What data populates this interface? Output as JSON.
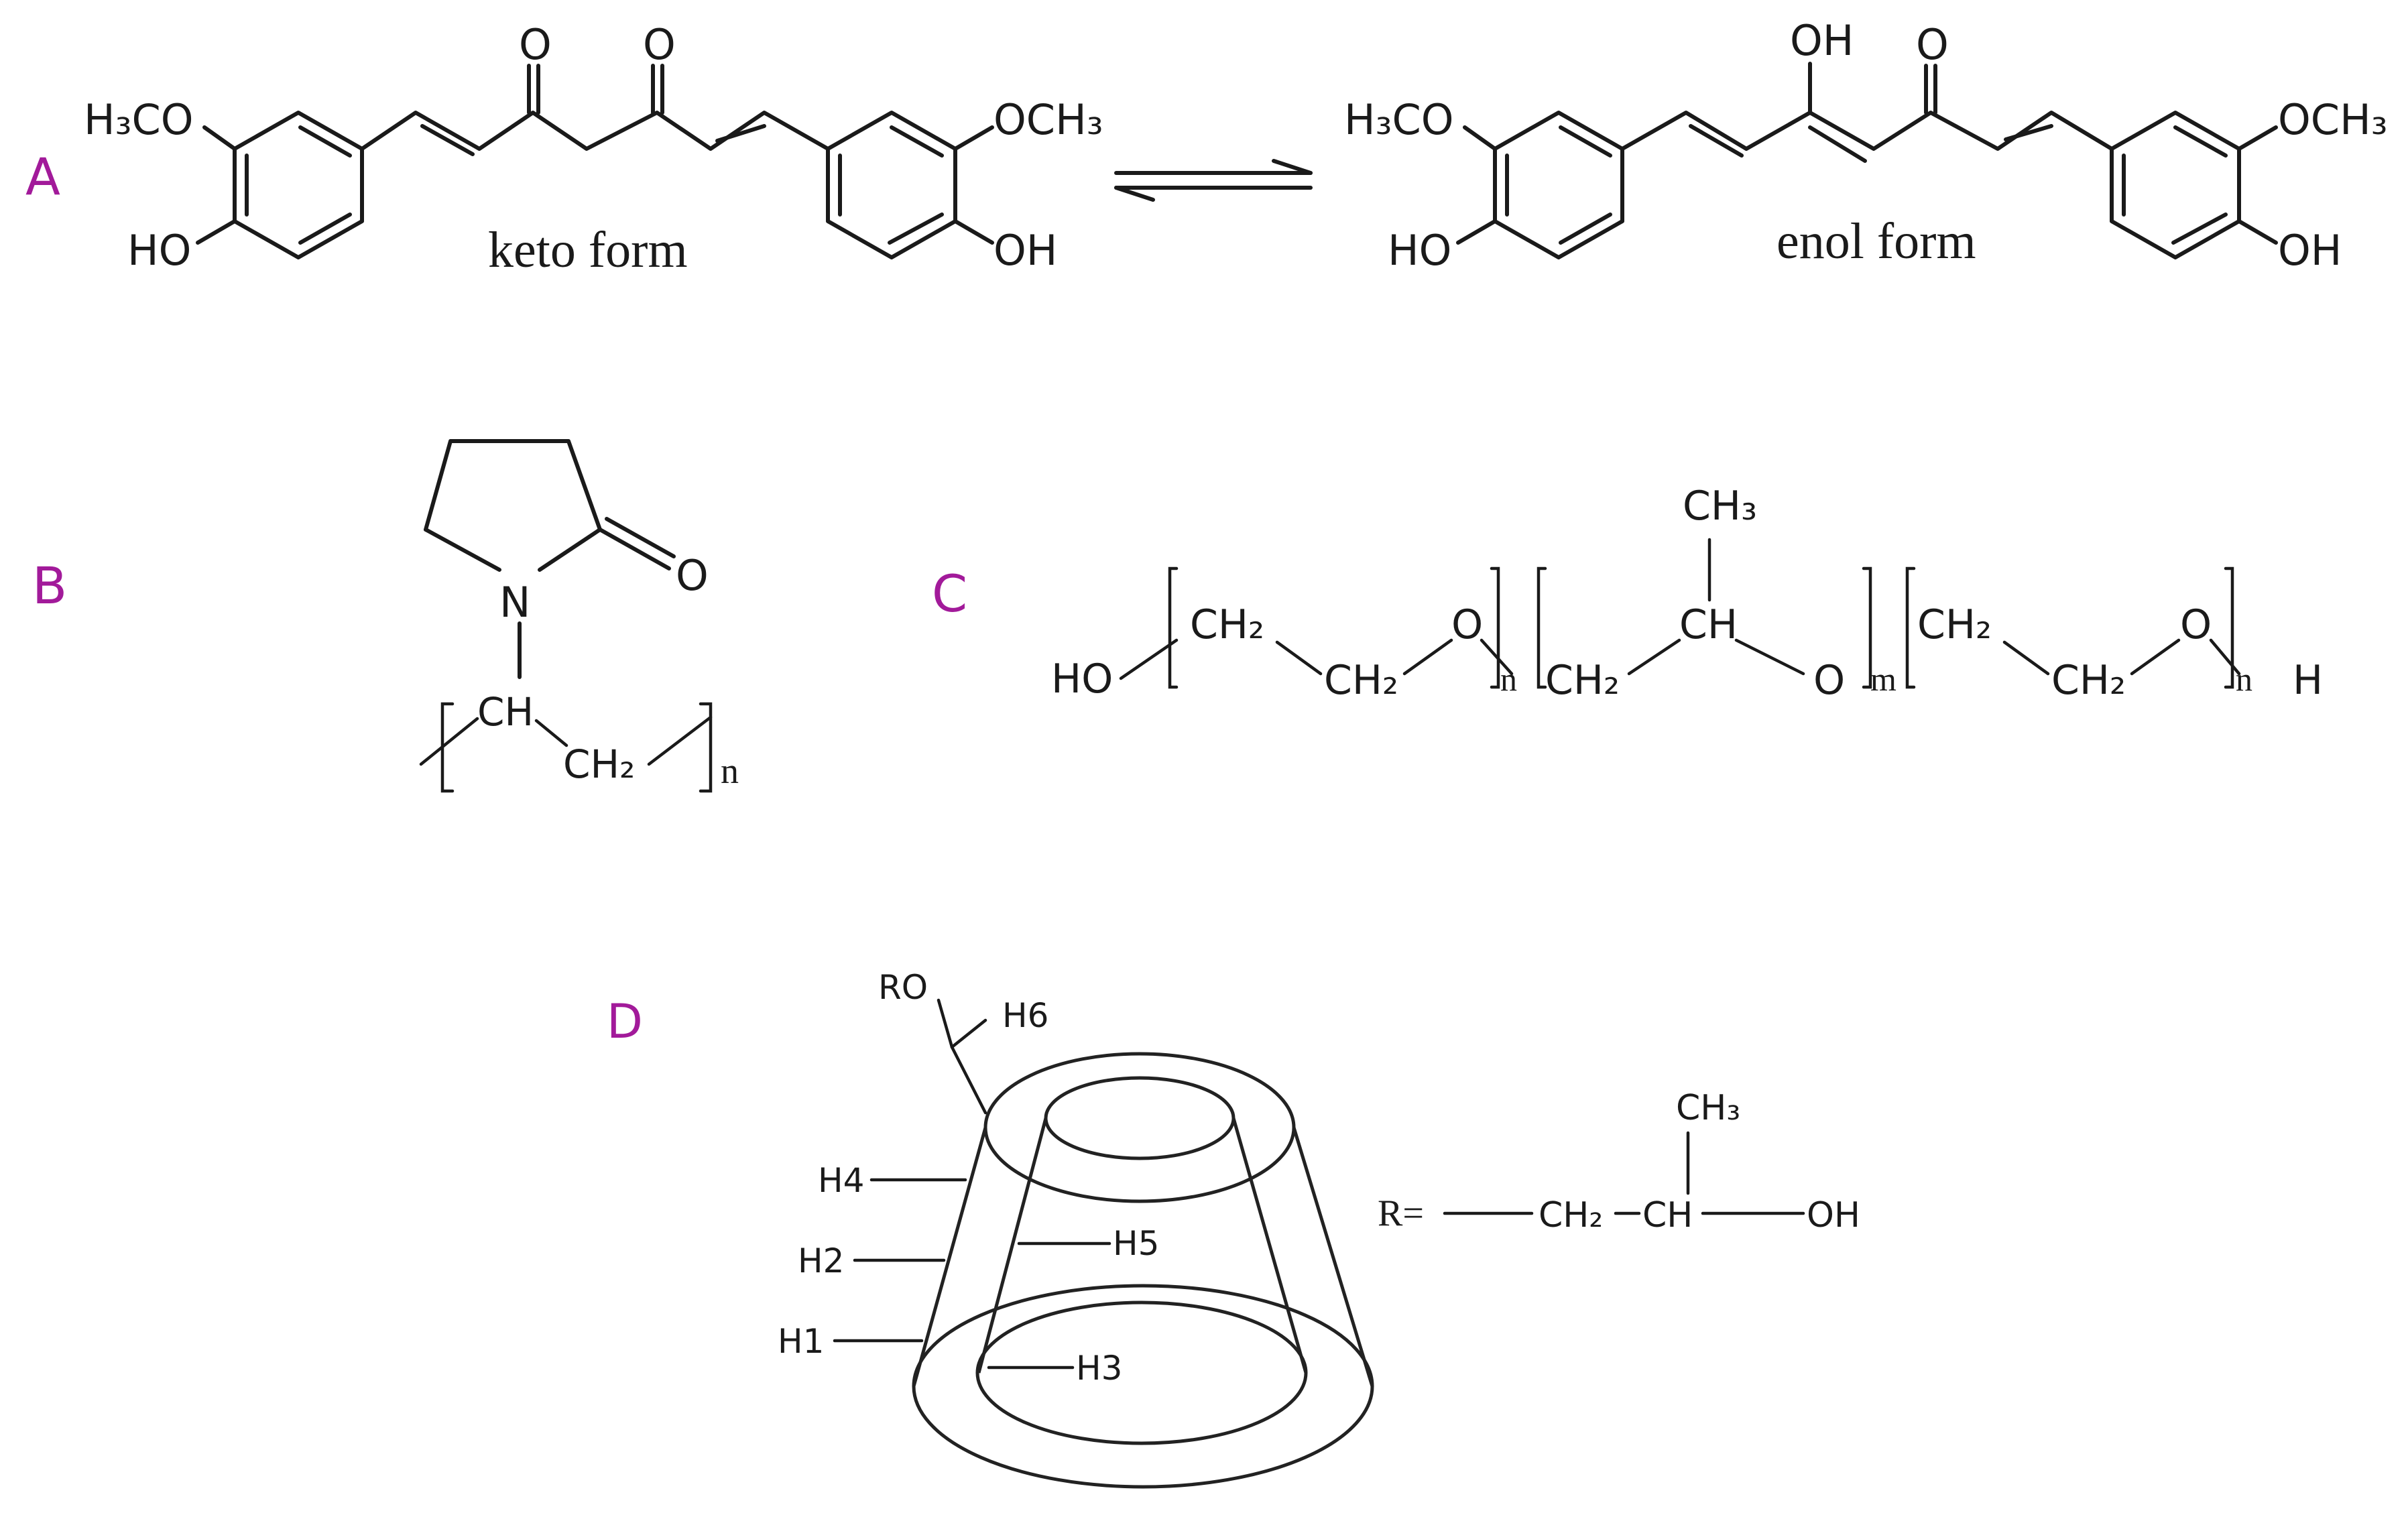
{
  "panels": {
    "A": {
      "label": "A",
      "keto_caption": "keto form",
      "enol_caption": "enol form",
      "atoms": {
        "o": "O",
        "oh": "OH",
        "och3_left": "H₃CO",
        "och3_right": "OCH₃",
        "ho": "HO"
      }
    },
    "B": {
      "label": "B",
      "atoms": {
        "n": "N",
        "o": "O",
        "ch": "CH",
        "ch2": "CH₂",
        "sub_n": "n"
      }
    },
    "C": {
      "label": "C",
      "atoms": {
        "ho": "HO",
        "ch2": "CH₂",
        "o": "O",
        "ch": "CH",
        "ch3": "CH₃",
        "h": "H",
        "sub_n": "n",
        "sub_m": "m"
      }
    },
    "D": {
      "label": "D",
      "ro": "RO",
      "h1": "H1",
      "h2": "H2",
      "h3": "H3",
      "h4": "H4",
      "h5": "H5",
      "h6": "H6",
      "r_label": "R=",
      "r_ch2": "CH₂",
      "r_ch": "CH",
      "r_oh": "OH",
      "r_ch3": "CH₃"
    }
  }
}
